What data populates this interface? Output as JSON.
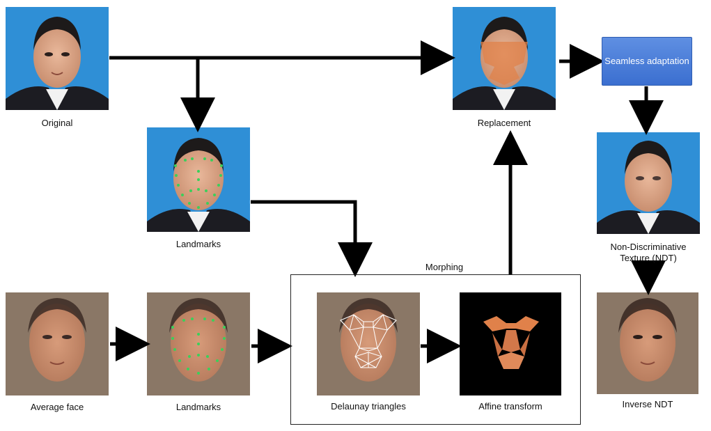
{
  "labels": {
    "original": "Original",
    "landmarks_top": "Landmarks",
    "replacement": "Replacement",
    "seamless": "Seamless adaptation",
    "ndt": "Non-Discriminative Texture (NDT)",
    "average_face": "Average face",
    "landmarks_bottom": "Landmarks",
    "morphing": "Morphing",
    "delaunay": "Delaunay triangles",
    "affine": "Affine transform",
    "inverse_ndt": "Inverse NDT"
  },
  "colors": {
    "photo_blue": "#2f8fd6",
    "avg_face_bg": "#8a7766",
    "landmark_green": "#3ccf5a",
    "overlay_orange": "#e0814a",
    "button_blue": "#4a7fdc",
    "arrow": "#000000"
  }
}
